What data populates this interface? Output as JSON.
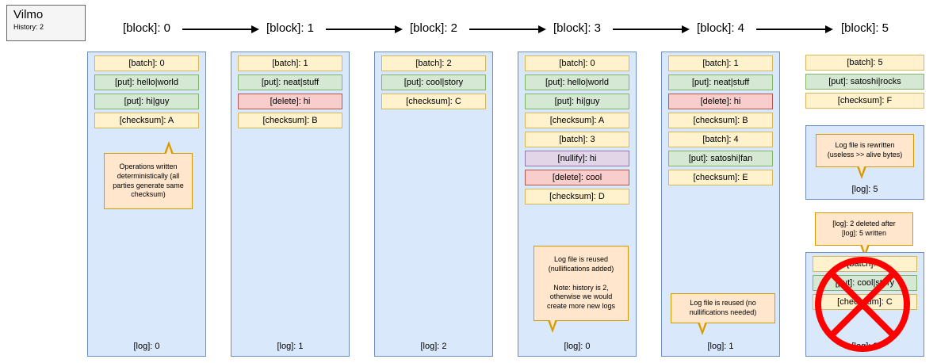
{
  "legend": {
    "title": "Vilmo",
    "subtitle": "History: 2"
  },
  "palette": {
    "batch_checksum_fill": "#fff2cc",
    "batch_checksum_stroke": "#d6b656",
    "put_fill": "#d5e8d4",
    "put_stroke": "#82b366",
    "delete_fill": "#f8cecc",
    "delete_stroke": "#b85450",
    "nullify_fill": "#e1d5e7",
    "nullify_stroke": "#9673a6",
    "log_file_fill": "#dae8fc",
    "log_file_stroke": "#6c8ebf",
    "callout_fill": "#ffe6cc",
    "callout_stroke": "#d79b00",
    "deleted_cross": "#ff0000"
  },
  "blocks": [
    {
      "header": "[block]: 0",
      "rows": [
        "[batch]: 0",
        "[put]: hello|world",
        "[put]: hi|guy",
        "[checksum]: A"
      ],
      "log": "[log]: 0",
      "callout": "Operations written\ndeterministically (all\nparties generate same\nchecksum)"
    },
    {
      "header": "[block]: 1",
      "rows": [
        "[batch]: 1",
        "[put]: neat|stuff",
        "[delete]: hi",
        "[checksum]: B"
      ],
      "log": "[log]: 1"
    },
    {
      "header": "[block]: 2",
      "rows": [
        "[batch]: 2",
        "[put]: cool|story",
        "[checksum]: C"
      ],
      "log": "[log]: 2"
    },
    {
      "header": "[block]: 3",
      "rows": [
        "[batch]: 0",
        "[put]: hello|world",
        "[put]: hi|guy",
        "[checksum]: A",
        "[batch]: 3",
        "[nullify]: hi",
        "[delete]: cool",
        "[checksum]: D"
      ],
      "log": "[log]: 0",
      "callout": "Log file is reused\n(nullifications added)\n\nNote: history is 2,\notherwise we would\ncreate more new logs"
    },
    {
      "header": "[block]: 4",
      "rows": [
        "[batch]: 1",
        "[put]: neat|stuff",
        "[delete]: hi",
        "[checksum]: B",
        "[batch]: 4",
        "[put]: satoshi|fan",
        "[checksum]: E"
      ],
      "log": "[log]: 1",
      "callout": "Log file is reused (no\nnullifications needed)"
    },
    {
      "header": "[block]: 5",
      "rows": [
        "[batch]: 5",
        "[put]: satoshi|rocks",
        "[checksum]: F"
      ],
      "rewrite_callout": "Log file is rewritten\n(useless >> alive bytes)",
      "log": "[log]: 5",
      "deleted_callout": "[log]: 2 deleted after\n[log]: 5 written",
      "deleted_block": {
        "rows": [
          "[batch]: 2",
          "[put]: cool|story",
          "[checksum]: C"
        ],
        "log": "[log]: 2"
      }
    }
  ]
}
